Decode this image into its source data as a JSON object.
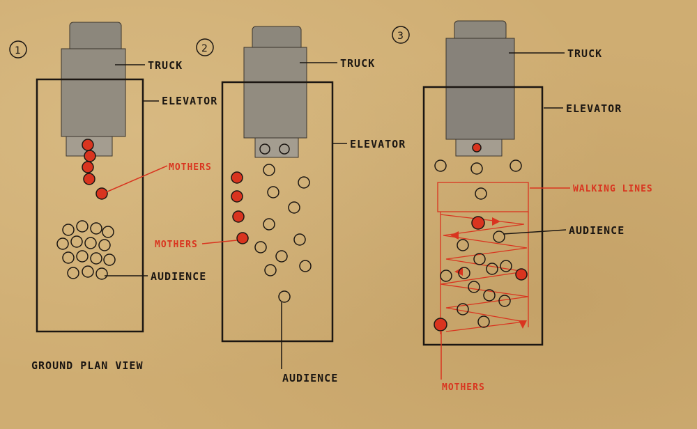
{
  "panels": [
    {
      "number": "1",
      "truck": "TRUCK",
      "elevator": "ELEVATOR",
      "mothers": "MOTHERS",
      "audience": "AUDIENCE"
    },
    {
      "number": "2",
      "truck": "TRUCK",
      "elevator": "ELEVATOR",
      "mothers": "MOTHERS",
      "audience": "AUDIENCE"
    },
    {
      "number": "3",
      "truck": "TRUCK",
      "elevator": "ELEVATOR",
      "walking_lines": "WALKING LINES",
      "audience": "AUDIENCE",
      "mothers": "MOTHERS"
    }
  ],
  "caption": "GROUND PLAN VIEW",
  "colors": {
    "paper": "#cfad72",
    "ink": "#1b1612",
    "red": "#d9341f",
    "truck": "#8a8478"
  }
}
